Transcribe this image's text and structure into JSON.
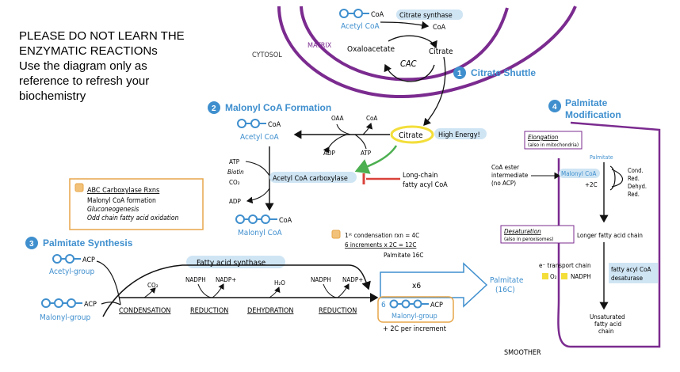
{
  "note": {
    "line1": "PLEASE DO NOT LEARN THE",
    "line2": "ENZYMATIC REACTIONs",
    "line3": "Use the diagram only as",
    "line4": "reference to refresh your",
    "line5": "biochemistry"
  },
  "compartments": {
    "cytosol": "CYTOSOL",
    "matrix": "MATRIX"
  },
  "section1": {
    "number": "1",
    "title": "Citrate Shuttle",
    "coa_top": "CoA",
    "acetyl_coa": "Acetyl CoA",
    "enzyme": "Citrate synthase",
    "coa_out": "CoA",
    "oxaloacetate": "Oxaloacetate",
    "citrate": "Citrate",
    "cycle": "CAC"
  },
  "section2": {
    "number": "2",
    "title": "Malonyl CoA Formation",
    "coa": "CoA",
    "acetyl_coa": "Acetyl CoA",
    "oaa": "OAA",
    "coa2": "CoA",
    "adp": "ADP",
    "atp": "ATP",
    "citrate": "Citrate",
    "high_energy": "High Energy!",
    "inputs": [
      "ATP",
      "Biotin",
      "CO₂",
      "ADP"
    ],
    "enzyme": "Acetyl CoA carboxylase",
    "inhibitor_line1": "Long-chain",
    "inhibitor_line2": "fatty acyl CoA",
    "malonyl_coa": "Malonyl CoA",
    "malonyl_coa_tag": "CoA"
  },
  "abc_box": {
    "title": "ABC Carboxylase Rxns",
    "items": [
      "Malonyl CoA formation",
      "Gluconeogenesis",
      "Odd chain fatty acid oxidation"
    ]
  },
  "section3": {
    "number": "3",
    "title": "Palmitate Synthesis",
    "acetyl_tag": "ACP",
    "acetyl_group": "Acetyl-group",
    "malonyl_tag": "ACP",
    "malonyl_group": "Malonyl-group",
    "enzyme": "Fatty acid synthase",
    "co2": "CO₂",
    "nadph1": "NADPH",
    "nadp1": "NADP+",
    "h2o": "H₂O",
    "nadph2": "NADPH",
    "nadp2": "NADP+",
    "steps": [
      "CONDENSATION",
      "REDUCTION",
      "DEHYDRATION",
      "REDUCTION"
    ],
    "note_line1": "1ˢᵗ condensation rxn = 4C",
    "note_line2": "6 increments x 2C = 12C",
    "note_line3": "Palmitate 16C",
    "repeat": "x6",
    "six": "6",
    "acp": "ACP",
    "malonyl_group2": "Malonyl-group",
    "increment": "+ 2C per increment"
  },
  "section4": {
    "number": "4",
    "title_line1": "Palmitate",
    "title_line2": "Modification",
    "palmitate_line1": "Palmitate",
    "palmitate_line2": "(16C)",
    "elongation": "Elongation",
    "elongation_sub": "(also in mitochondria)",
    "palmitate_small": "Palmitate",
    "coa_ester_line1": "CoA ester",
    "coa_ester_line2": "intermediate",
    "coa_ester_line3": "(no ACP)",
    "malonyl_coa": "Malonyl CoA",
    "plus2c": "+2C",
    "cycle_steps": [
      "Cond.",
      "Red.",
      "Dehyd.",
      "Red."
    ],
    "desaturation": "Desaturation",
    "desaturation_sub": "(also in peroxisomes)",
    "longer": "Longer fatty acid chain",
    "etc_line1": "e⁻ transport chain",
    "etc_line2": "O₂",
    "etc_line3": "NADPH",
    "desaturase_line1": "fatty acyl CoA",
    "desaturase_line2": "desaturase",
    "unsat_line1": "Unsaturated",
    "unsat_line2": "fatty acid",
    "unsat_line3": "chain",
    "smoother": "SMOOTHER"
  },
  "colors": {
    "purple": "#7b2b8f",
    "blue": "#3f8fce",
    "light_blue": "#cfe5f4",
    "orange": "#e7a64a",
    "yellow": "#f3de3a",
    "green": "#4caf50",
    "red": "#d9423a"
  }
}
